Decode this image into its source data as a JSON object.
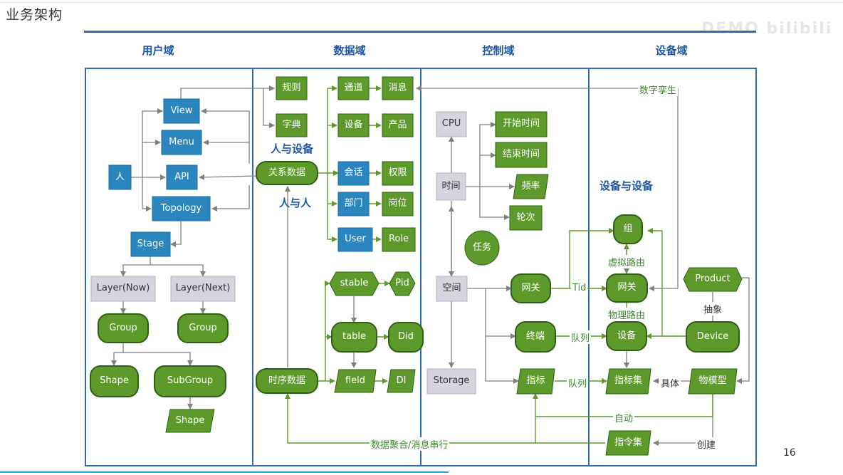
{
  "page": {
    "title": "业务架构",
    "page_number": "16"
  },
  "domains": {
    "user": "用户域",
    "data": "数据域",
    "control": "控制域",
    "device": "设备域"
  },
  "colors": {
    "blue_box": "#2b86bf",
    "green_box": "#5e9a2b",
    "gray_box": "#d4d5de",
    "frame": "#2e6db3",
    "arrow_green": "#5e9a2b",
    "arrow_gray": "#808080"
  },
  "user_domain": {
    "person": "人",
    "view": "View",
    "menu": "Menu",
    "api": "API",
    "topology": "Topology",
    "stage": "Stage",
    "layer_now": "Layer(Now)",
    "layer_next": "Layer(Next)",
    "group_1": "Group",
    "group_2": "Group",
    "shape_1": "Shape",
    "subgroup": "SubGroup",
    "shape_2": "Shape"
  },
  "data_domain": {
    "rule": "规则",
    "dictionary": "字典",
    "person_device": "人与设备",
    "relation_data": "关系数据",
    "person_person": "人与人",
    "channel": "通道",
    "message": "消息",
    "device": "设备",
    "product": "产品",
    "session": "会话",
    "permission": "权限",
    "department": "部门",
    "post": "岗位",
    "user": "User",
    "role": "Role",
    "stable": "stable",
    "pid": "Pid",
    "table": "table",
    "did": "Did",
    "field": "field",
    "di": "DI",
    "timeseries_data": "时序数据"
  },
  "control_domain": {
    "cpu": "CPU",
    "time": "时间",
    "start_time": "开始时间",
    "end_time": "结束时间",
    "frequency": "频率",
    "round": "轮次",
    "task": "任务",
    "space": "空间",
    "gateway": "网关",
    "terminal": "终端",
    "storage": "Storage",
    "metric": "指标"
  },
  "device_domain": {
    "device_device": "设备与设备",
    "group": "组",
    "virtual_route": "虚拟路由",
    "gateway": "网关",
    "physical_route": "物理路由",
    "device": "设备",
    "metric_set": "指标集",
    "command_set": "指令集",
    "product": "Product",
    "abstract": "抽象",
    "device_en": "Device",
    "concrete": "具体",
    "thing_model": "物模型"
  },
  "links": {
    "digital_twin": "数字孪生",
    "tid": "Tid",
    "queue_1": "队列",
    "queue_2": "队列",
    "auto": "自动",
    "create": "创建",
    "aggregation": "数据聚合/消息串行"
  },
  "watermark": "DEMO bilibili"
}
